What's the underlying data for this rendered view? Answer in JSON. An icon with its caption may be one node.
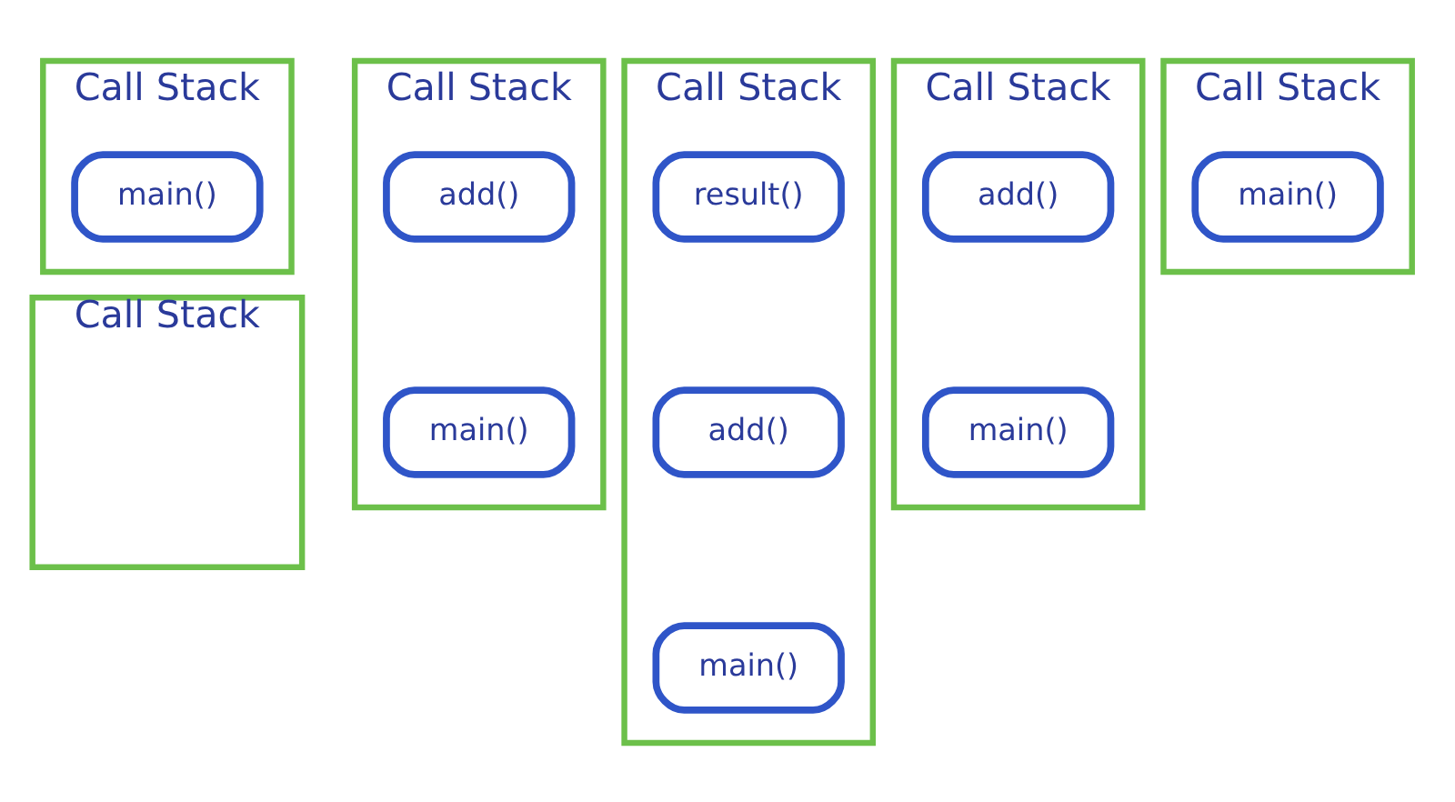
{
  "diagram": {
    "nodes": [
      {
        "text": [
          "Call Stack"
        ]
      },
      {
        "text": [
          "main()"
        ],
        "in": 0
      },
      {
        "text": [
          "Call Stack"
        ]
      },
      {
        "text": [
          "add()"
        ],
        "in": 2
      },
      {
        "text": [
          "main()"
        ],
        "in": 2
      },
      {
        "text": [
          "Call Stack"
        ]
      },
      {
        "text": [
          "result()"
        ],
        "in": 5
      },
      {
        "text": [
          "add()"
        ],
        "in": 5
      },
      {
        "text": [
          "main()"
        ],
        "in": 5
      },
      {
        "text": [
          "Call Stack"
        ]
      },
      {
        "text": [
          "add()"
        ],
        "in": 9
      },
      {
        "text": [
          "main()"
        ],
        "in": 9
      },
      {
        "text": [
          "Call Stack"
        ]
      },
      {
        "text": [
          "main()"
        ],
        "in": 12
      },
      {
        "text": [
          "Call Stack"
        ]
      }
    ],
    "edges": []
  }
}
